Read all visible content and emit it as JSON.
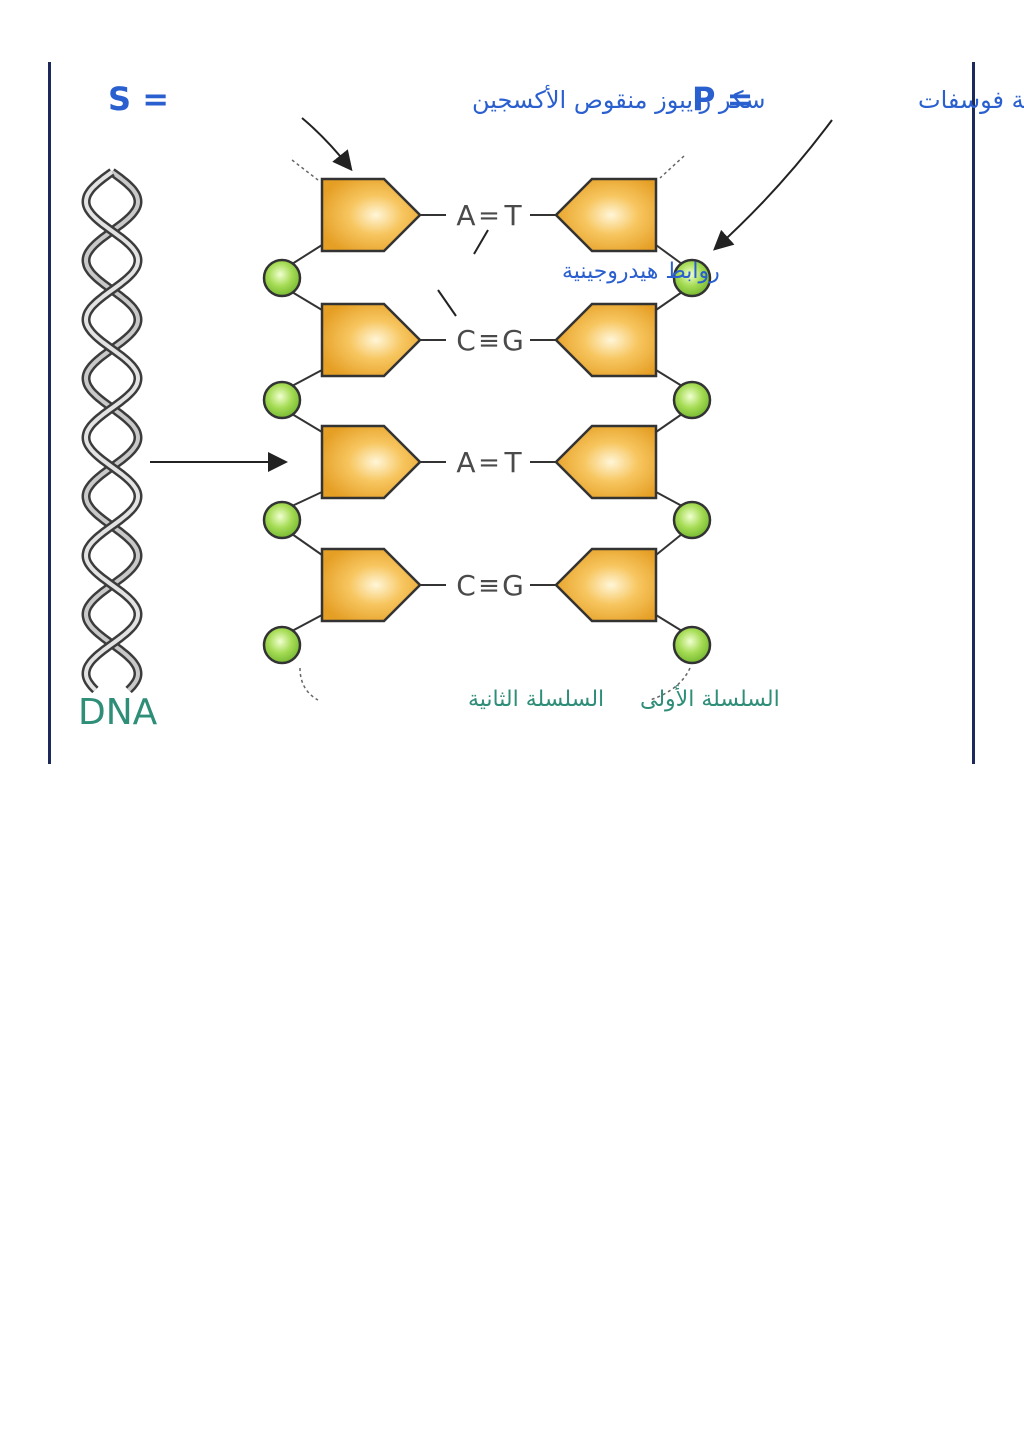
{
  "labels": {
    "sugar_label": "سكر رايبوز منقوص الأكسجين",
    "sugar_symbol": "S =",
    "phosphate_label": "مجموعة فوسفات",
    "phosphate_symbol": "P =",
    "hydrogen_bonds_label": "روابط هيدروجينية",
    "first_strand_label": "السلسلة الأولى",
    "second_strand_label": "السلسلة الثانية",
    "dna_label": "DNA"
  },
  "base_pairs": [
    {
      "left": "A",
      "bond": "=",
      "right": "T"
    },
    {
      "left": "C",
      "bond": "≡",
      "right": "G"
    },
    {
      "left": "A",
      "bond": "=",
      "right": "T"
    },
    {
      "left": "C",
      "bond": "≡",
      "right": "G"
    }
  ],
  "colors": {
    "sugar_fill": "#f2b23a",
    "sugar_highlight": "#fff2c4",
    "phosphate_fill": "#8fcf3f",
    "phosphate_highlight": "#e8ffb8",
    "label_blue": "#2a5fcf",
    "label_green": "#2e8e78",
    "frame": "#1b2a5a"
  }
}
